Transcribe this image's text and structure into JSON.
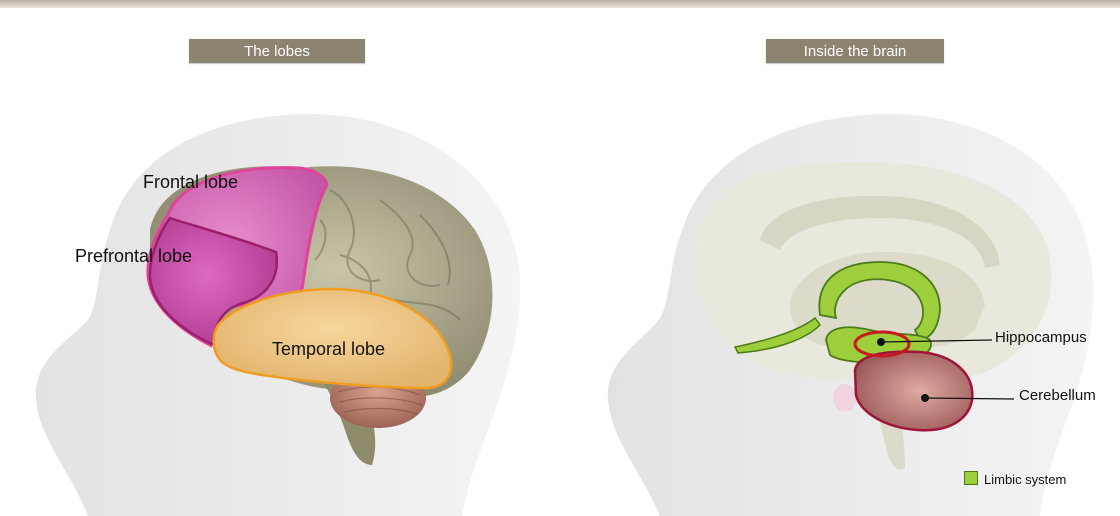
{
  "panels": {
    "left_title": "The lobes",
    "right_title": "Inside the brain"
  },
  "lobes": {
    "frontal": "Frontal lobe",
    "prefrontal": "Prefrontal lobe",
    "temporal": "Temporal lobe"
  },
  "inside": {
    "hippocampus": "Hippocampus",
    "cerebellum": "Cerebellum"
  },
  "legend": {
    "label": "Limbic  system",
    "color": "#9ccf3b"
  },
  "colors": {
    "frontal": "#e0449a",
    "prefrontal": "#9c1f6a",
    "temporal": "#f29c1e",
    "limbic": "#9ccf3b",
    "hippocampus_outline": "#c8191f",
    "cerebellum_outline": "#a0143a",
    "panel_bar": "#8c8370"
  }
}
